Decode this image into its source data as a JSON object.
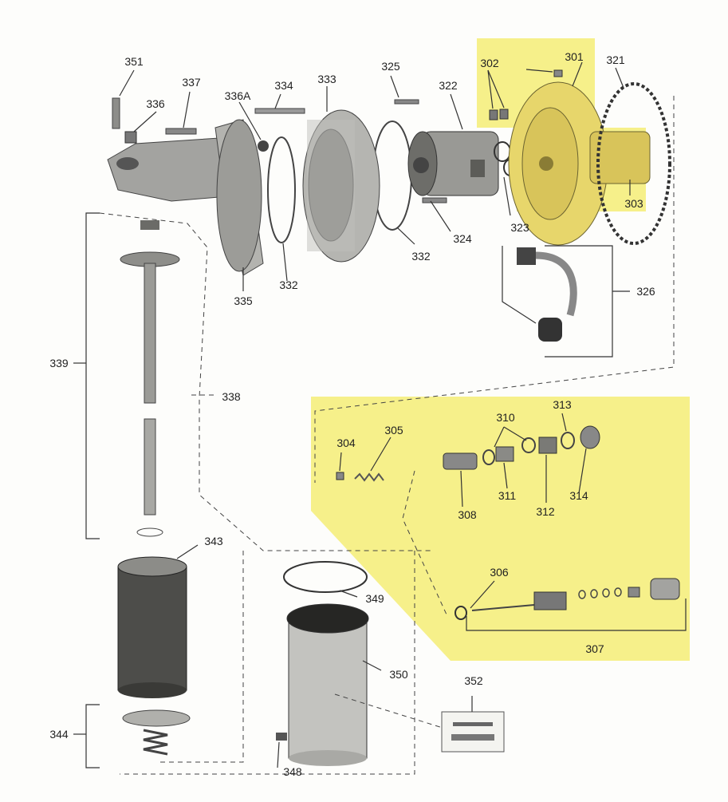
{
  "callouts": {
    "c301": "301",
    "c302": "302",
    "c303": "303",
    "c304": "304",
    "c305": "305",
    "c306": "306",
    "c307": "307",
    "c308": "308",
    "c310": "310",
    "c311": "311",
    "c312": "312",
    "c313": "313",
    "c314": "314",
    "c321": "321",
    "c322": "322",
    "c323": "323",
    "c324": "324",
    "c325": "325",
    "c326": "326",
    "c332a": "332",
    "c332b": "332",
    "c333": "333",
    "c334": "334",
    "c335": "335",
    "c336": "336",
    "c336a": "336A",
    "c337": "337",
    "c338": "338",
    "c339": "339",
    "c343": "343",
    "c344": "344",
    "c348": "348",
    "c349": "349",
    "c350": "350",
    "c351": "351",
    "c352": "352"
  },
  "colors": {
    "highlight": "#f6f08a",
    "part_gray": "#9a9a98",
    "part_dark": "#4a4a48",
    "part_light": "#d6d6d2",
    "line": "#333333"
  }
}
